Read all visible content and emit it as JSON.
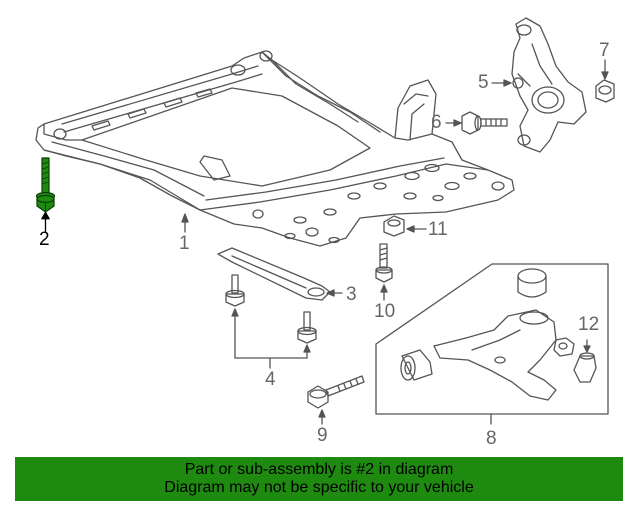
{
  "diagram": {
    "callouts": [
      "1",
      "2",
      "3",
      "4",
      "5",
      "6",
      "7",
      "8",
      "9",
      "10",
      "11",
      "12"
    ],
    "highlighted_part": "2",
    "colors": {
      "line": "#555555",
      "highlight_fill": "#1e8a0f",
      "highlight_stroke": "#0a3d06",
      "label": "#666666",
      "banner_bg": "#1e8a0f"
    }
  },
  "banner": {
    "line1": "Part or sub-assembly is #2 in diagram",
    "line2": "Diagram may not be specific to your vehicle"
  }
}
